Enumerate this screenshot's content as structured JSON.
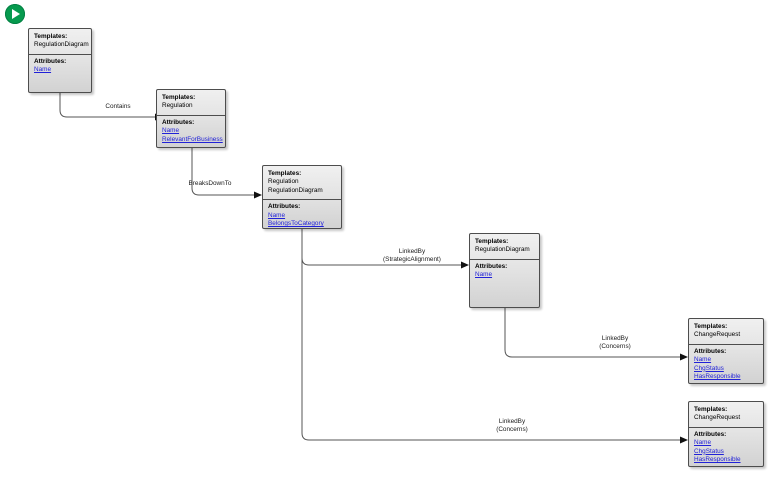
{
  "toolbar": {
    "run_icon": "play-icon"
  },
  "diagram": {
    "title_text": "",
    "section_labels": {
      "templates": "Templates:",
      "attributes": "Attributes:"
    },
    "nodes": [
      {
        "id": "regulation-diagram-root",
        "templates": [
          "RegulationDiagram"
        ],
        "attributes": [
          "Name"
        ]
      },
      {
        "id": "regulation",
        "templates": [
          "Regulation"
        ],
        "attributes": [
          "Name",
          "RelevantForBusiness"
        ]
      },
      {
        "id": "regulation-regulationdiagram",
        "templates": [
          "Regulation",
          "RegulationDiagram"
        ],
        "attributes": [
          "Name",
          "BelongsToCategory"
        ]
      },
      {
        "id": "regulation-diagram-mid",
        "templates": [
          "RegulationDiagram"
        ],
        "attributes": [
          "Name"
        ]
      },
      {
        "id": "change-request-upper",
        "templates": [
          "ChangeRequest"
        ],
        "attributes": [
          "Name",
          "ChgStatus",
          "HasResponsible"
        ]
      },
      {
        "id": "change-request-lower",
        "templates": [
          "ChangeRequest"
        ],
        "attributes": [
          "Name",
          "ChgStatus",
          "HasResponsible"
        ]
      }
    ],
    "edges": [
      {
        "id": "contains",
        "label_line1": "Contains",
        "label_line2": ""
      },
      {
        "id": "breaks-down-to",
        "label_line1": "BreaksDownTo",
        "label_line2": ""
      },
      {
        "id": "linked-by-strategic",
        "label_line1": "LinkedBy",
        "label_line2": "(StrategicAlignment)"
      },
      {
        "id": "linked-by-concerns-up",
        "label_line1": "LinkedBy",
        "label_line2": "(Concerns)"
      },
      {
        "id": "linked-by-concerns-dn",
        "label_line1": "LinkedBy",
        "label_line2": "(Concerns)"
      }
    ],
    "colors": {
      "node_border": "#4d4d4d",
      "node_fill_top": "#f0f0f0",
      "node_fill_bottom": "#d2d2d2",
      "attribute_link": "#2121d8",
      "edge_stroke": "#555555",
      "run_icon": "#069a4e"
    }
  }
}
